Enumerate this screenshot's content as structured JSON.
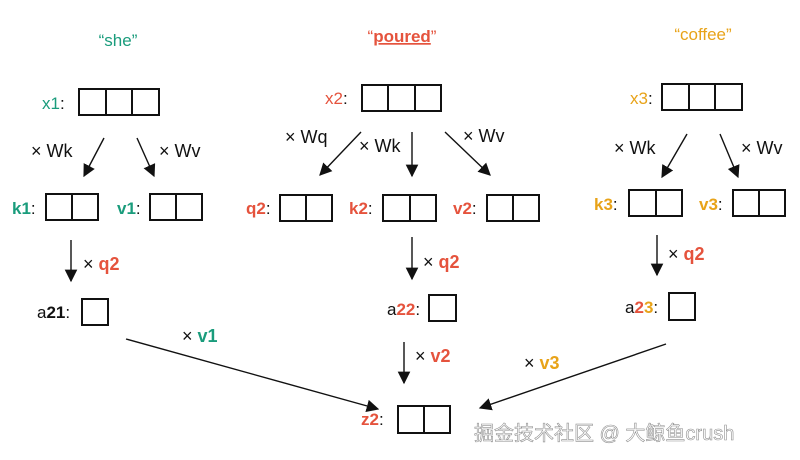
{
  "colors": {
    "she": "#1a9c7c",
    "poured": "#e5533d",
    "coffee": "#e8a319",
    "text": "#111111"
  },
  "words": {
    "she": "“she”",
    "poured_open": "“",
    "poured_word": "poured",
    "poured_close": "”",
    "coffee": "“coffee”"
  },
  "labels": {
    "x1": "x1",
    "x2": "x2",
    "x3": "x3",
    "k1": "k1",
    "v1": "v1",
    "q2": "q2",
    "k2": "k2",
    "v2": "v2",
    "k3": "k3",
    "v3": "v3",
    "a_prefix": "a",
    "a21_sub": "21",
    "a22_sub": "22",
    "a23_sub": "23",
    "z2": "z2",
    "colon": ":"
  },
  "ops": {
    "times": "×",
    "wk": "Wk",
    "wv": "Wv",
    "wq": "Wq",
    "q2": "q2",
    "v1": "v1",
    "v2": "v2",
    "v3": "v3"
  },
  "watermark": "掘金技术社区 @ 大鲸鱼crush"
}
